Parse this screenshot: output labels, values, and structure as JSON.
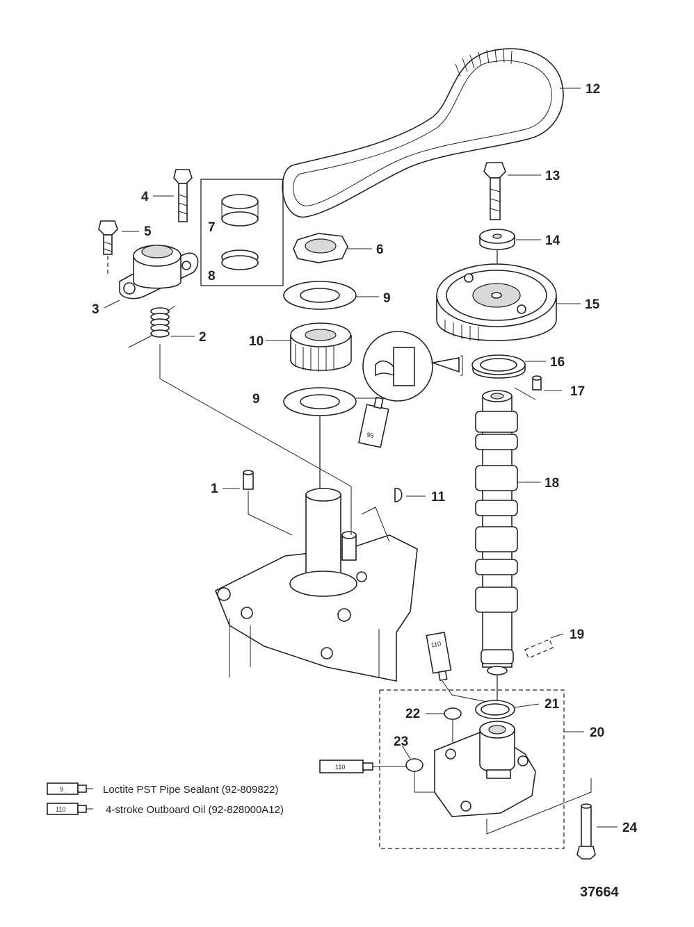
{
  "callouts": [
    "1",
    "2",
    "3",
    "4",
    "5",
    "6",
    "7",
    "8",
    "9",
    "9",
    "10",
    "11",
    "12",
    "13",
    "14",
    "15",
    "16",
    "17",
    "18",
    "19",
    "20",
    "21",
    "22",
    "23",
    "24"
  ],
  "tubes": {
    "t95": "95",
    "t110_top": "110",
    "t110_left": "110"
  },
  "legend": [
    {
      "code": "9",
      "text": "Loctite PST Pipe Sealant (92-809822)"
    },
    {
      "code": "110",
      "text": "4-stroke Outboard Oil (92-828000A12)"
    }
  ],
  "figure_number": "37664"
}
